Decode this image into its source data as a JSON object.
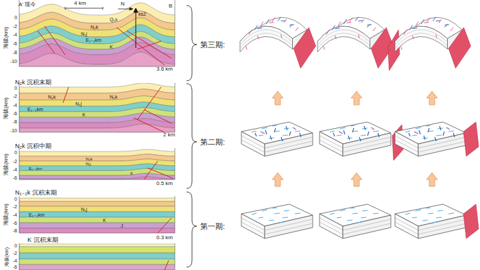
{
  "diagram": {
    "labels": [
      "A'",
      "现今",
      "4 km",
      "N",
      "B",
      "ks2",
      "Q₁x",
      "N₂k",
      "N₁j",
      "E₁₋₂km",
      "K",
      "3.6 km",
      "海拔(km)",
      "0",
      "-2",
      "-4",
      "-6",
      "-8",
      "-10",
      "N₂k 沉积末期",
      "N₂k",
      "N₂k",
      "N₁j",
      "E₁₋₂km",
      "K",
      "2 km",
      "海拔(km)",
      "0",
      "-2",
      "-4",
      "-6",
      "-8",
      "-10",
      "N₂k 沉积中期",
      "N₂k",
      "N₁j",
      "E₁₋₂km",
      "K",
      "0.5 km",
      "海拔(km)",
      "0",
      "-2",
      "-4",
      "-6",
      "N₁₋₂k 沉积末期",
      "N₁j",
      "E₁₋₂km",
      "K",
      "J",
      "0.3 km",
      "海拔(km)",
      "0",
      "-2",
      "-4",
      "-6",
      "-8",
      "K 沉积末期",
      "海拔(km)",
      "0",
      "-2",
      "-4",
      "-6",
      "第三期:",
      "第二期:",
      "第一期:"
    ]
  }
}
